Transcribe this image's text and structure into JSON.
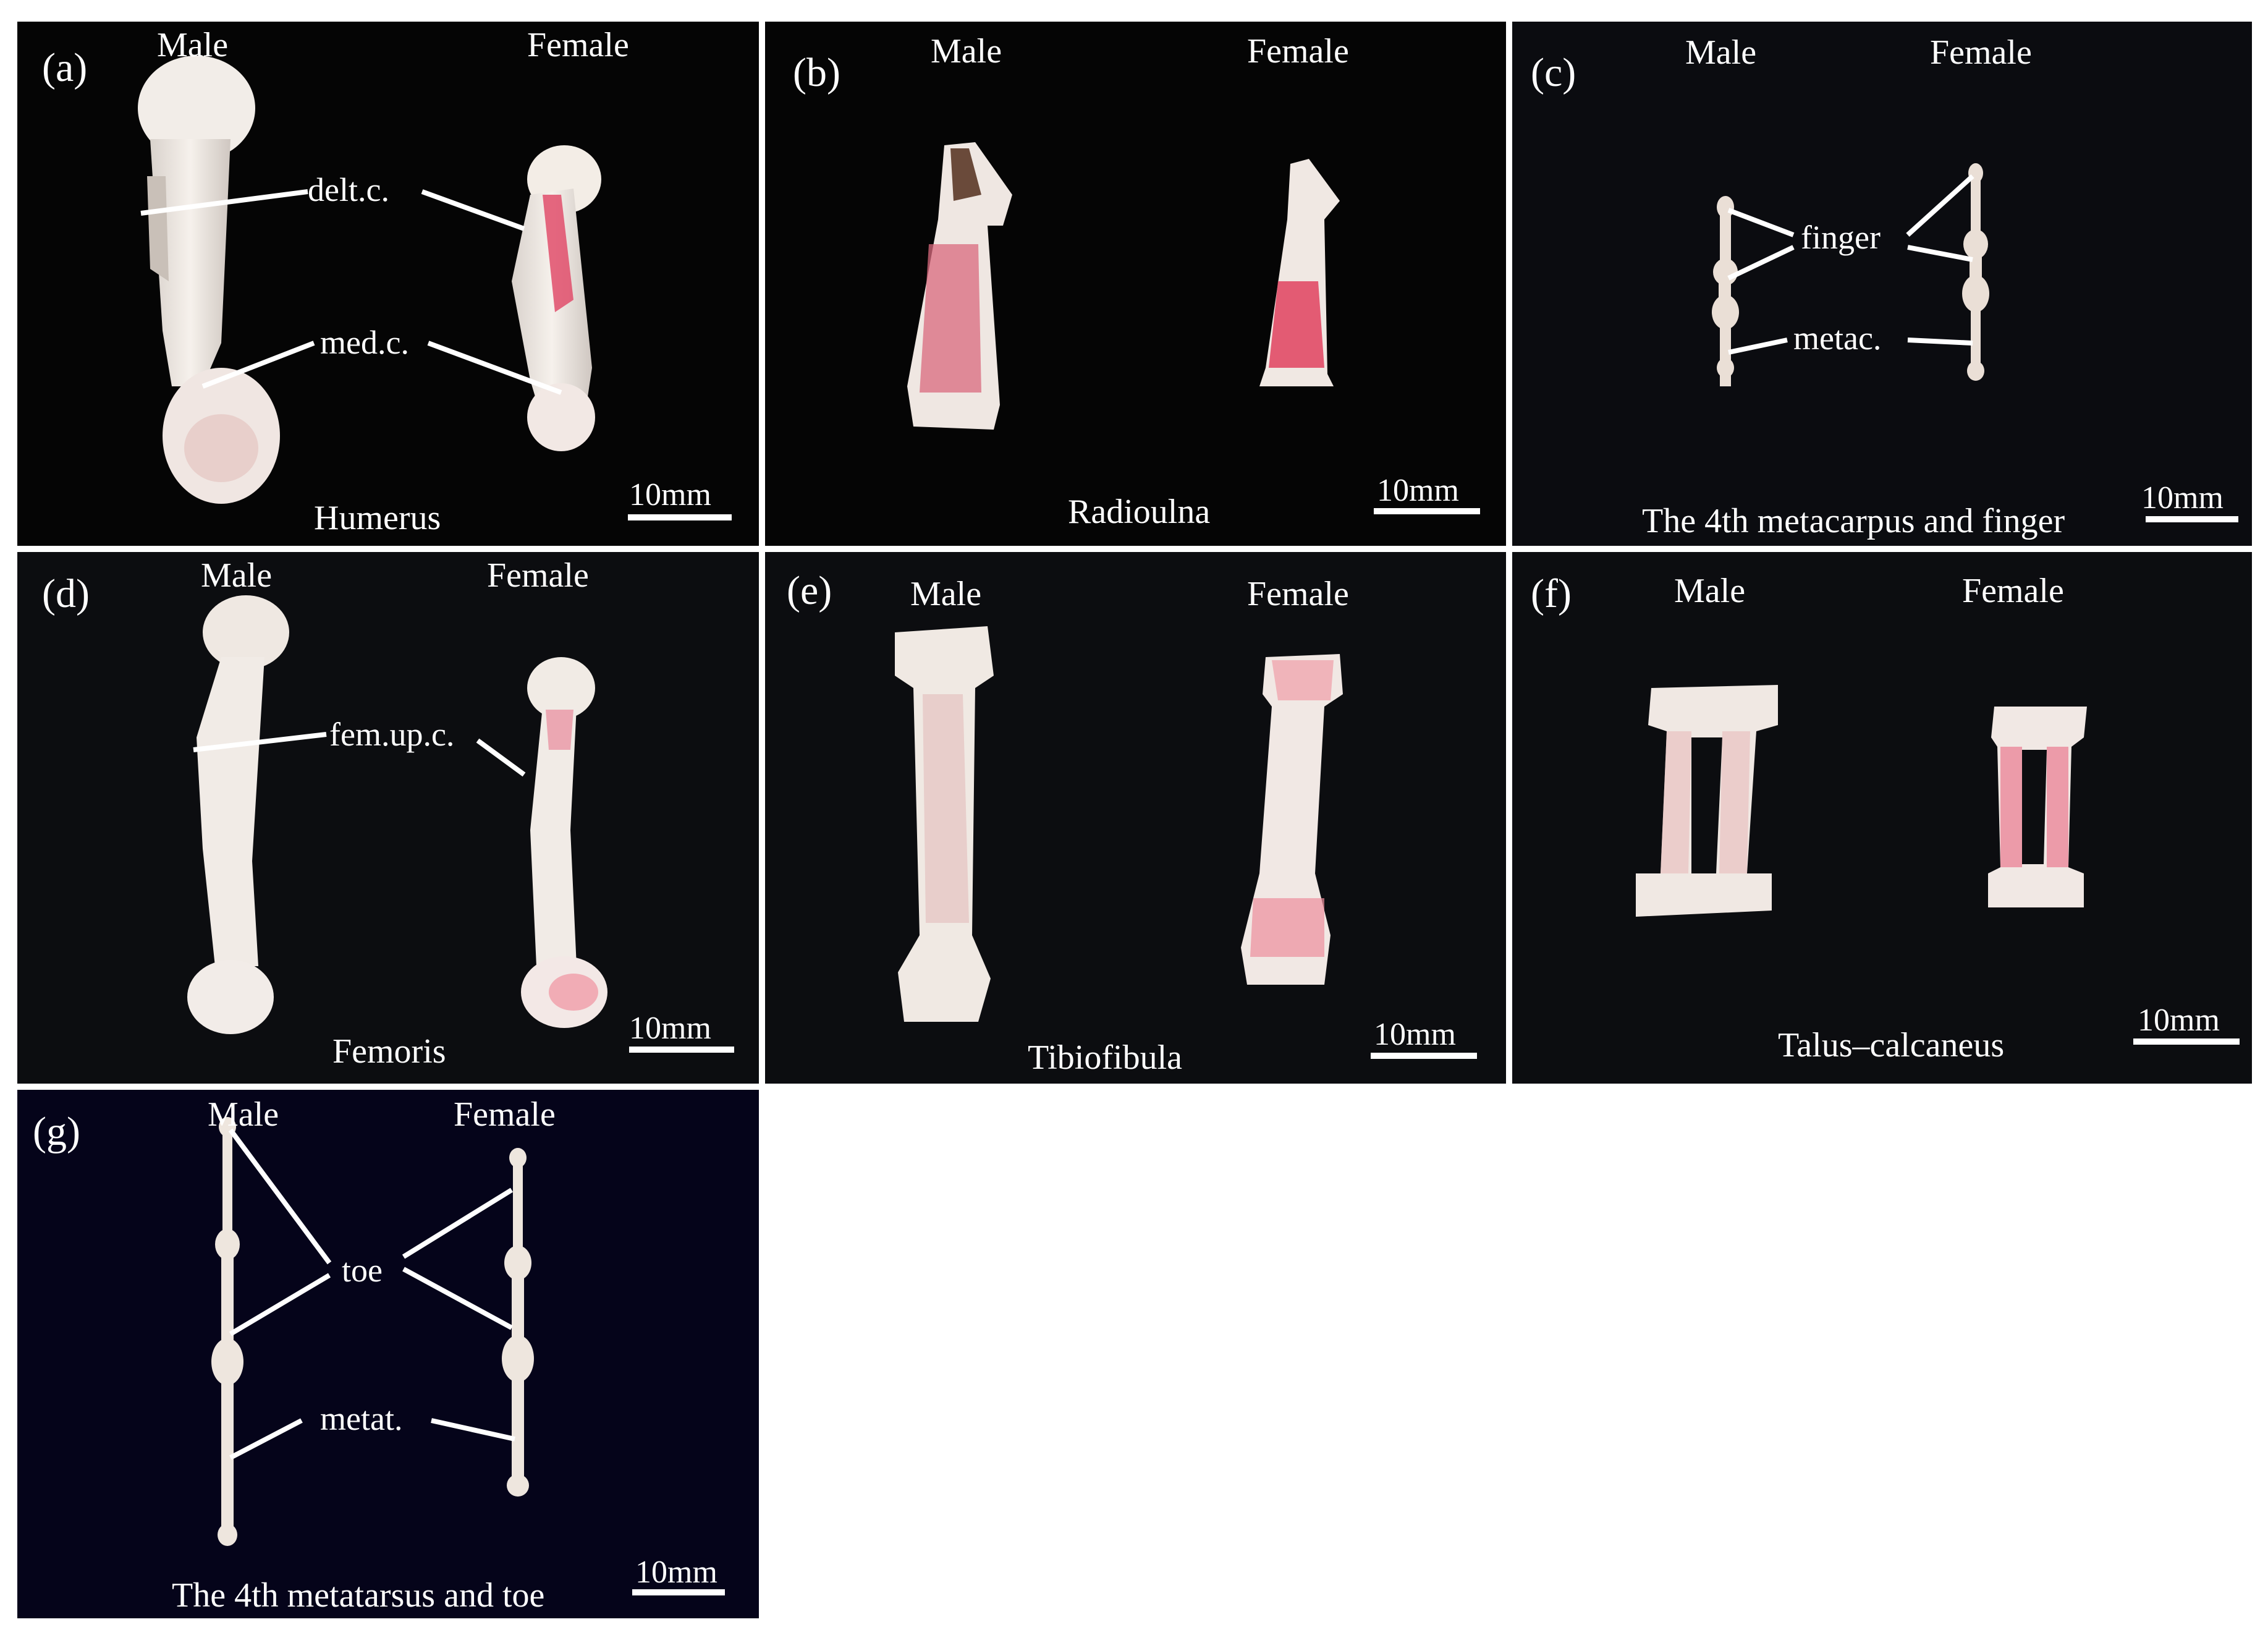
{
  "colors": {
    "panel_bg_a": "#050505",
    "panel_bg_dark": "#0c0d10",
    "panel_bg_g": "#05041a",
    "bone": "#f4eee8",
    "bone_pink": "#e66e86",
    "line": "#ffffff"
  },
  "panels": {
    "a": {
      "label": "(a)",
      "male": "Male",
      "female": "Female",
      "caption": "Humerus",
      "scale": "10mm",
      "annotations": [
        "delt.c.",
        "med.c."
      ]
    },
    "b": {
      "label": "(b)",
      "male": "Male",
      "female": "Female",
      "caption": "Radioulna",
      "scale": "10mm"
    },
    "c": {
      "label": "(c)",
      "male": "Male",
      "female": "Female",
      "caption": "The 4th metacarpus and finger",
      "scale": "10mm",
      "annotations": [
        "finger",
        "metac."
      ]
    },
    "d": {
      "label": "(d)",
      "male": "Male",
      "female": "Female",
      "caption": "Femoris",
      "scale": "10mm",
      "annotations": [
        "fem.up.c."
      ]
    },
    "e": {
      "label": "(e)",
      "male": "Male",
      "female": "Female",
      "caption": "Tibiofibula",
      "scale": "10mm"
    },
    "f": {
      "label": "(f)",
      "male": "Male",
      "female": "Female",
      "caption": "Talus–calcaneus",
      "scale": "10mm"
    },
    "g": {
      "label": "(g)",
      "male": "Male",
      "female": "Female",
      "caption": "The 4th metatarsus and toe",
      "scale": "10mm",
      "annotations": [
        "toe",
        "metat."
      ]
    }
  }
}
